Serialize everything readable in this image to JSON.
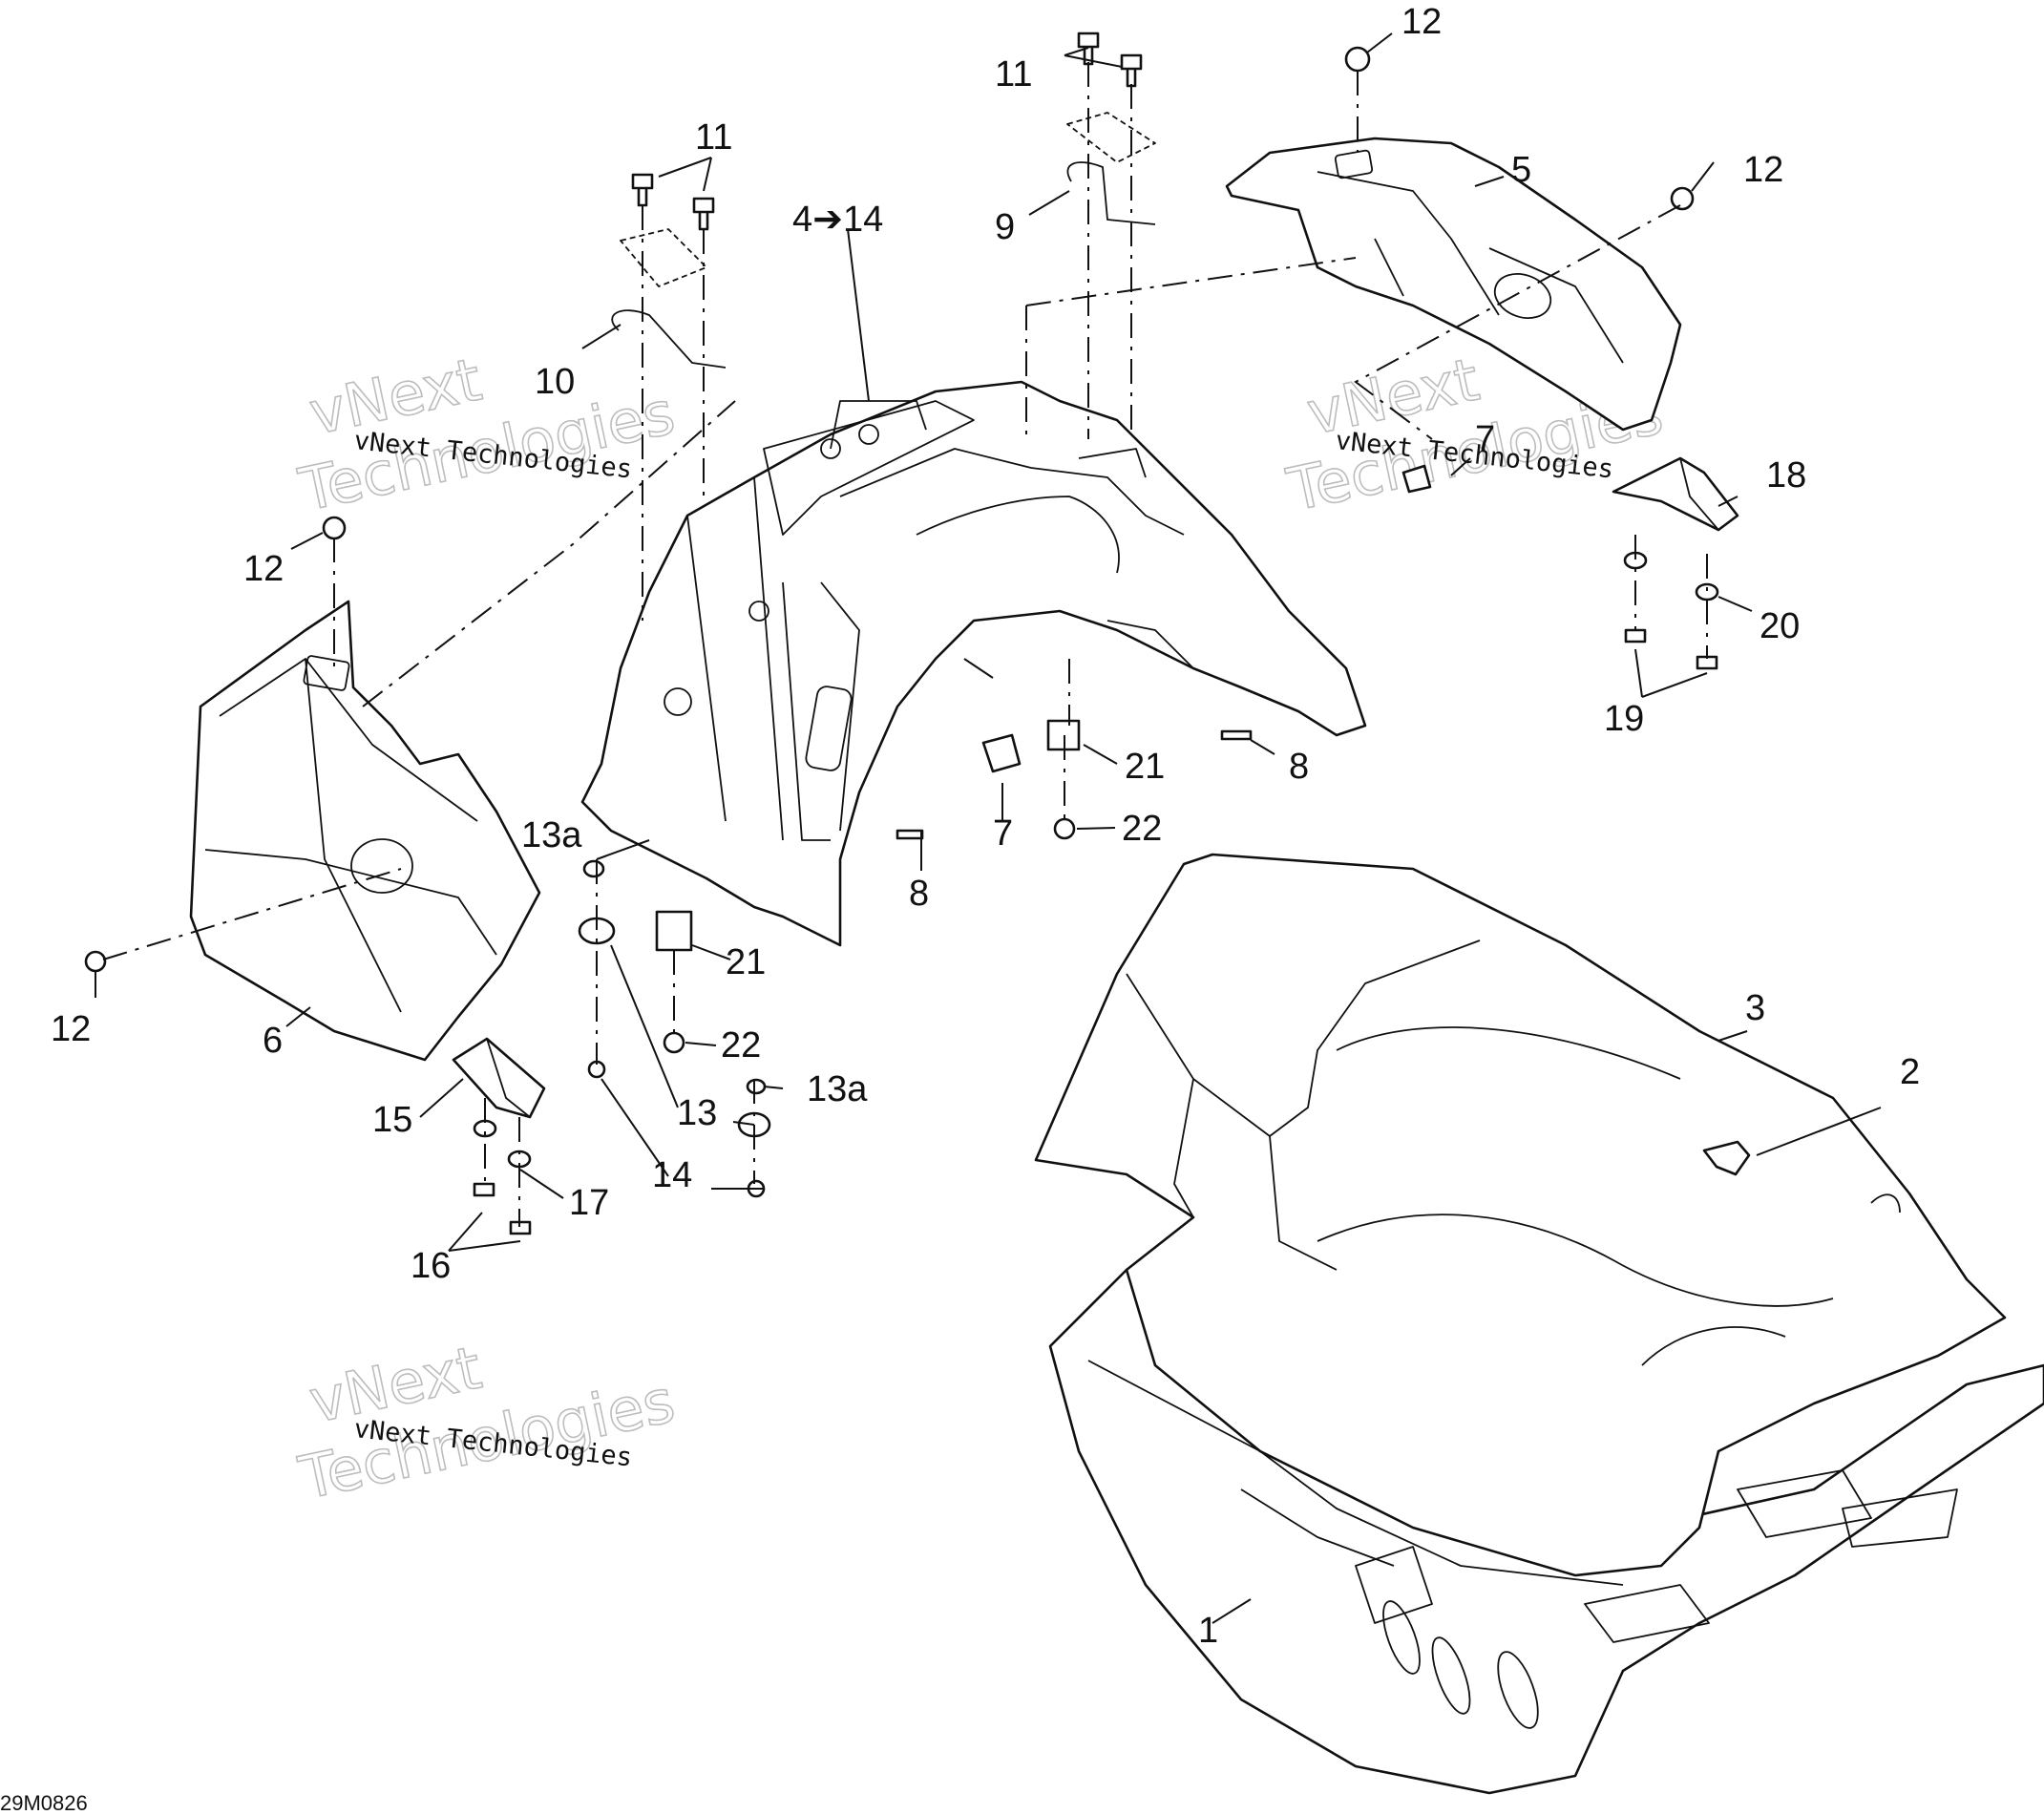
{
  "diagram_code": "29M0826",
  "watermark": {
    "line1": "vNext",
    "line2": "Technologies",
    "sub": "vNext Technologies"
  },
  "callouts": {
    "c1": "1",
    "c2": "2",
    "c3": "3",
    "c4": "4➔14",
    "c5": "5",
    "c6": "6",
    "c7a": "7",
    "c7b": "7",
    "c8a": "8",
    "c8b": "8",
    "c9": "9",
    "c10": "10",
    "c11a": "11",
    "c11b": "11",
    "c12a": "12",
    "c12b": "12",
    "c12c": "12",
    "c12d": "12",
    "c13": "13",
    "c13a1": "13a",
    "c13a2": "13a",
    "c14": "14",
    "c15": "15",
    "c16": "16",
    "c17": "17",
    "c18": "18",
    "c19": "19",
    "c20": "20",
    "c21a": "21",
    "c21b": "21",
    "c22a": "22",
    "c22b": "22"
  }
}
